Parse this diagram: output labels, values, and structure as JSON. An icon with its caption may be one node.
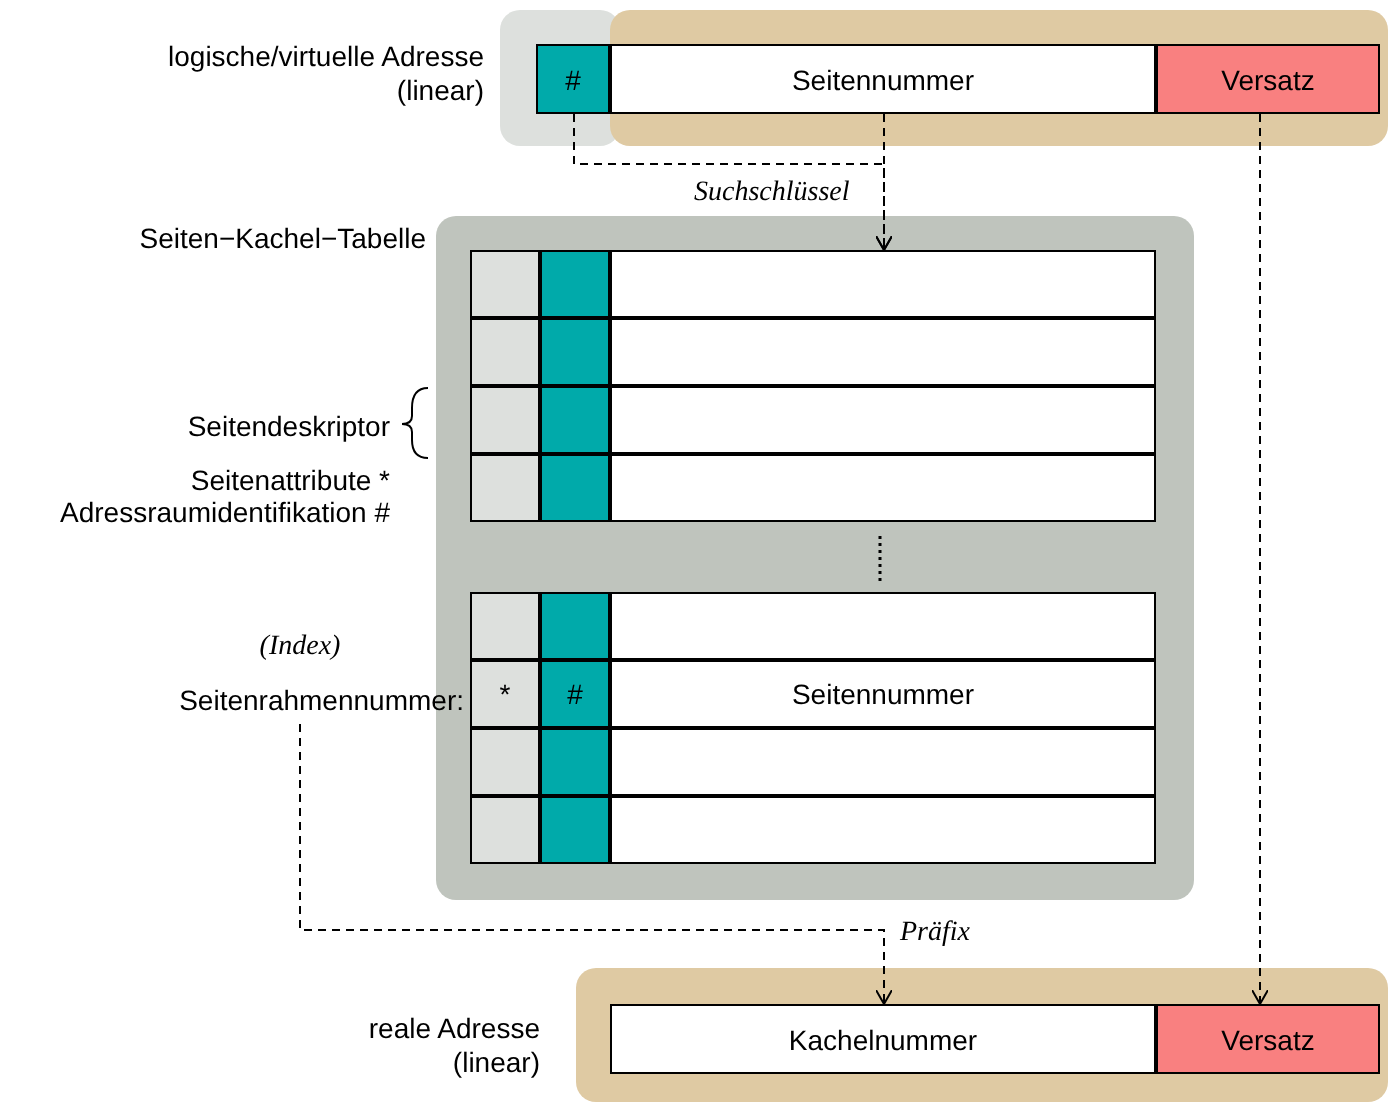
{
  "diagram": {
    "nodes": [
      {
        "text": [
          "logische/virtuelle Adresse (linear)"
        ]
      },
      {
        "text": [
          "#"
        ]
      },
      {
        "text": [
          "Seitennummer"
        ],
        "in": 0
      },
      {
        "text": [
          "Versatz"
        ],
        "in": 0
      },
      {
        "text": [
          "Seiten−Kachel−Tabelle"
        ]
      },
      {
        "text": [
          "(Index)",
          "Seitenrahmennummer:"
        ]
      },
      {
        "text": [
          "*"
        ],
        "in": 4
      },
      {
        "text": [
          "#"
        ],
        "in": 4
      },
      {
        "text": [
          "Seitennummer"
        ],
        "in": 4
      },
      {
        "text": [
          "reale Adresse (linear)"
        ]
      },
      {
        "text": [
          "Kachelnummer"
        ],
        "in": 9
      },
      {
        "text": [
          "Versatz"
        ],
        "in": 9
      }
    ],
    "edges": [
      {
        "from": 1,
        "to": 4,
        "arrow": "to",
        "style": "dashed"
      },
      {
        "from": 2,
        "to": 4,
        "arrow": "to",
        "style": "dashed",
        "label": "Suchschlüssel"
      },
      {
        "from": 5,
        "to": 10,
        "arrow": "to",
        "style": "dashed",
        "label": "Präfix"
      },
      {
        "from": 3,
        "to": 11,
        "arrow": "to",
        "style": "dashed"
      }
    ],
    "labels": [
      "Seitendeskriptor",
      "Seitenattribute *",
      "Adressraumidentifikation #"
    ]
  }
}
